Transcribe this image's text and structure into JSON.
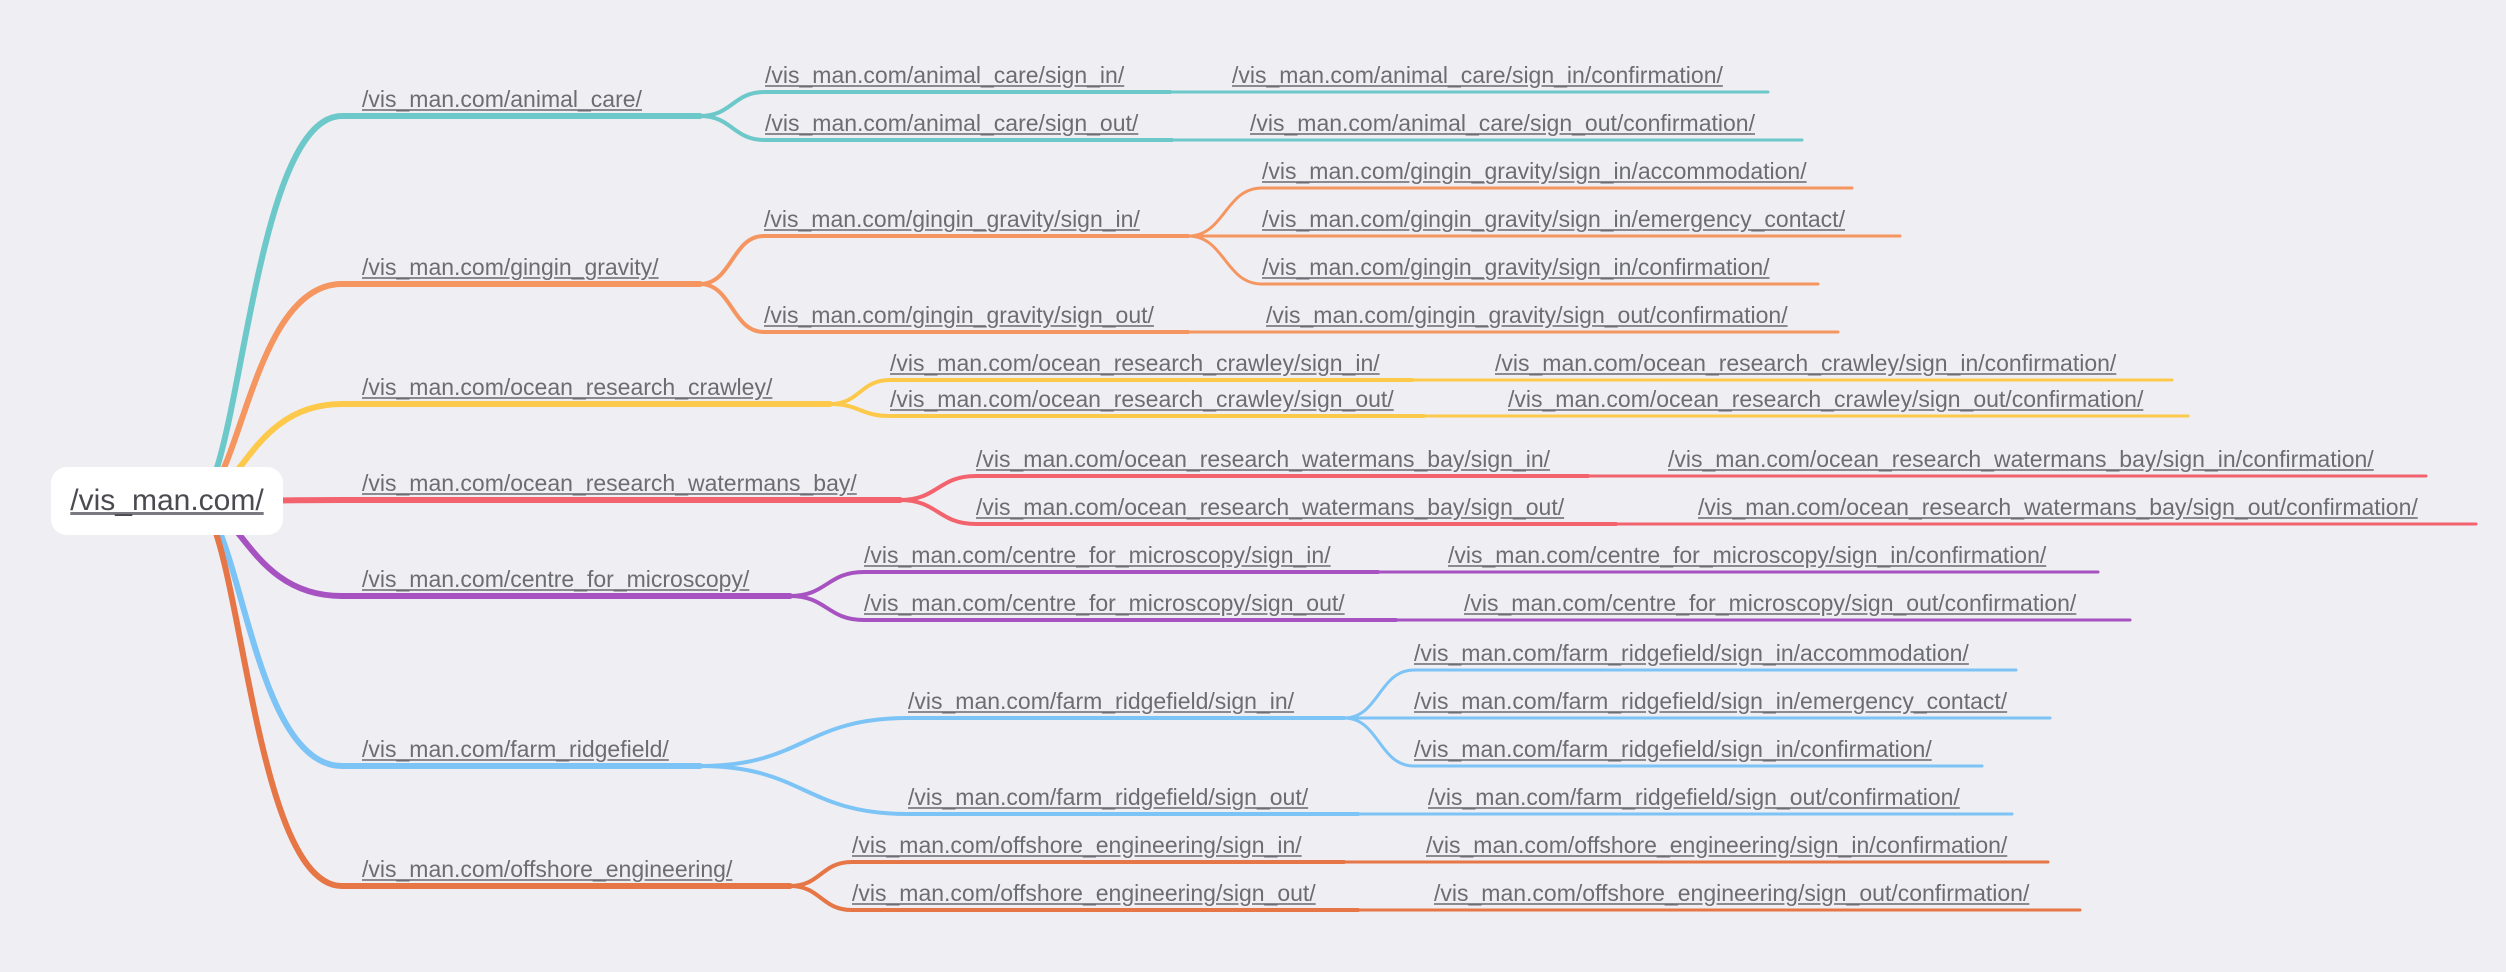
{
  "root": {
    "label": "/vis_man.com/"
  },
  "colors": {
    "animal_care": "#6cc8c9",
    "gingin_gravity": "#f5955f",
    "ocean_research_crawley": "#fcc94b",
    "ocean_research_watermans_bay": "#f2636e",
    "centre_for_microscopy": "#a653c1",
    "farm_ridgefield": "#7cc3f6",
    "offshore_engineering": "#e67646"
  },
  "branches": [
    {
      "key": "animal_care",
      "label": "/vis_man.com/animal_care/",
      "children": [
        {
          "label": "/vis_man.com/animal_care/sign_in/",
          "children": [
            "/vis_man.com/animal_care/sign_in/confirmation/"
          ]
        },
        {
          "label": "/vis_man.com/animal_care/sign_out/",
          "children": [
            "/vis_man.com/animal_care/sign_out/confirmation/"
          ]
        }
      ]
    },
    {
      "key": "gingin_gravity",
      "label": "/vis_man.com/gingin_gravity/",
      "children": [
        {
          "label": "/vis_man.com/gingin_gravity/sign_in/",
          "children": [
            "/vis_man.com/gingin_gravity/sign_in/accommodation/",
            "/vis_man.com/gingin_gravity/sign_in/emergency_contact/",
            "/vis_man.com/gingin_gravity/sign_in/confirmation/"
          ]
        },
        {
          "label": "/vis_man.com/gingin_gravity/sign_out/",
          "children": [
            "/vis_man.com/gingin_gravity/sign_out/confirmation/"
          ]
        }
      ]
    },
    {
      "key": "ocean_research_crawley",
      "label": "/vis_man.com/ocean_research_crawley/",
      "children": [
        {
          "label": "/vis_man.com/ocean_research_crawley/sign_in/",
          "children": [
            "/vis_man.com/ocean_research_crawley/sign_in/confirmation/"
          ]
        },
        {
          "label": "/vis_man.com/ocean_research_crawley/sign_out/",
          "children": [
            "/vis_man.com/ocean_research_crawley/sign_out/confirmation/"
          ]
        }
      ]
    },
    {
      "key": "ocean_research_watermans_bay",
      "label": "/vis_man.com/ocean_research_watermans_bay/",
      "children": [
        {
          "label": "/vis_man.com/ocean_research_watermans_bay/sign_in/",
          "children": [
            "/vis_man.com/ocean_research_watermans_bay/sign_in/confirmation/"
          ]
        },
        {
          "label": "/vis_man.com/ocean_research_watermans_bay/sign_out/",
          "children": [
            "/vis_man.com/ocean_research_watermans_bay/sign_out/confirmation/"
          ]
        }
      ]
    },
    {
      "key": "centre_for_microscopy",
      "label": "/vis_man.com/centre_for_microscopy/",
      "children": [
        {
          "label": "/vis_man.com/centre_for_microscopy/sign_in/",
          "children": [
            "/vis_man.com/centre_for_microscopy/sign_in/confirmation/"
          ]
        },
        {
          "label": "/vis_man.com/centre_for_microscopy/sign_out/",
          "children": [
            "/vis_man.com/centre_for_microscopy/sign_out/confirmation/"
          ]
        }
      ]
    },
    {
      "key": "farm_ridgefield",
      "label": "/vis_man.com/farm_ridgefield/",
      "children": [
        {
          "label": "/vis_man.com/farm_ridgefield/sign_in/",
          "children": [
            "/vis_man.com/farm_ridgefield/sign_in/accommodation/",
            "/vis_man.com/farm_ridgefield/sign_in/emergency_contact/",
            "/vis_man.com/farm_ridgefield/sign_in/confirmation/"
          ]
        },
        {
          "label": "/vis_man.com/farm_ridgefield/sign_out/",
          "children": [
            "/vis_man.com/farm_ridgefield/sign_out/confirmation/"
          ]
        }
      ]
    },
    {
      "key": "offshore_engineering",
      "label": "/vis_man.com/offshore_engineering/",
      "children": [
        {
          "label": "/vis_man.com/offshore_engineering/sign_in/",
          "children": [
            "/vis_man.com/offshore_engineering/sign_in/confirmation/"
          ]
        },
        {
          "label": "/vis_man.com/offshore_engineering/sign_out/",
          "children": [
            "/vis_man.com/offshore_engineering/sign_out/confirmation/"
          ]
        }
      ]
    }
  ]
}
